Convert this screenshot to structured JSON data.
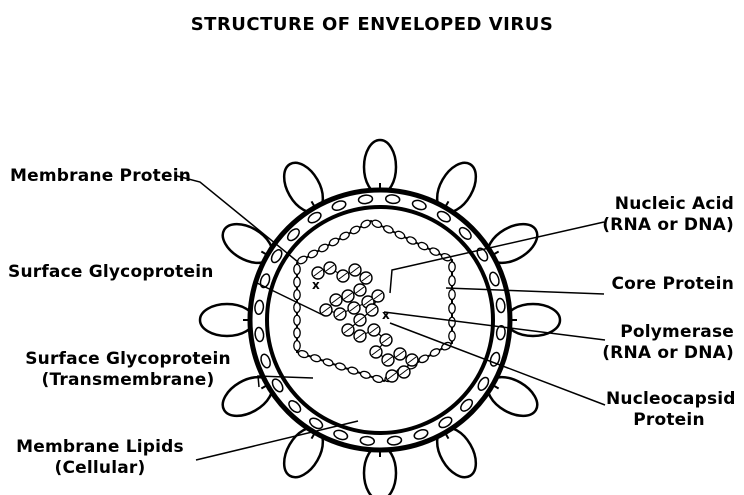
{
  "diagram": {
    "title": "STRUCTURE OF ENVELOPED VIRUS",
    "labels": {
      "membrane_protein": "Membrane Protein",
      "surface_glycoprotein": "Surface Glycoprotein",
      "surface_glycoprotein_tm_line1": "Surface Glycoprotein",
      "surface_glycoprotein_tm_line2": "(Transmembrane)",
      "membrane_lipids_line1": "Membrane Lipids",
      "membrane_lipids_line2": "(Cellular)",
      "nucleic_acid_line1": "Nucleic Acid",
      "nucleic_acid_line2": "(RNA or DNA)",
      "core_protein": "Core Protein",
      "polymerase_line1": "Polymerase",
      "polymerase_line2": "(RNA or DNA)",
      "nucleocapsid_line1": "Nucleocapsid",
      "nucleocapsid_line2": "Protein"
    },
    "colors": {
      "ink": "#000000",
      "background": "#ffffff"
    }
  }
}
